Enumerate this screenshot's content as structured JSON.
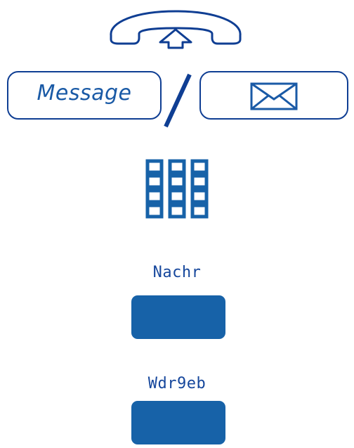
{
  "colors": {
    "primary": "#1762a8",
    "outline": "#0f3e93",
    "text": "#1a5aa6"
  },
  "top_icon": "handset-lift-icon",
  "keys": {
    "message_label": "Message",
    "mail_icon": "envelope-icon"
  },
  "keypad_icon": "keypad-icon",
  "display": [
    {
      "label": "Nachr"
    },
    {
      "label": "Wdr9eb"
    }
  ]
}
